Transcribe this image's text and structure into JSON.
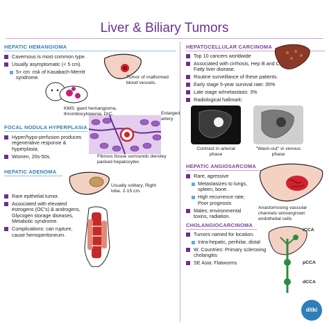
{
  "title": "Liver & Biliary Tumors",
  "hepatic_hemangioma": {
    "heading": "HEPATIC HEMANGIOMA",
    "bullets": [
      "Cavernous is most common type.",
      "Usually asymptomatic (< 5 cm).",
      "5+ cm: risk of Kasabach-Merritt syndrome."
    ],
    "tumor_caption": "Tumor of malformed blood vessels.",
    "kms_caption": "KMS: giant hemangioma, thrombocytopenia, DIC."
  },
  "focal_nodular_hyperplasia": {
    "heading": "FOCAL NODULA HYPERPLASIA",
    "bullets": [
      "Hyper/hypo-perfusion produces regenerative response & hyperplasia.",
      "Women, 20s-50s."
    ],
    "artery_caption": "Enlarged artery",
    "fibrous_caption": "Fibrous tissue surrounds densley packed hepatocytes"
  },
  "hepatic_adenoma": {
    "heading": "HEPATIC ADENOMA",
    "location_caption": "Usually solitary, Right lobe. 2-15 cm.",
    "bullets": [
      "Rare epithelial tumor.",
      "Associated with elevated estrogens (OC's) & androgens, Glycogen storage diseases, Metabolic syndrome.",
      "Complications: can rupture, cause hemoperitoneum."
    ]
  },
  "hepatocellular_carcinoma": {
    "heading": "HEPATOCELLULAR CARCINOMA",
    "bullets": [
      "Top 10 cancers worldwide",
      "Associated with cirrhosis, Hep B and C, Fatty liver disease.",
      "Routine surveillance of these patients.",
      "Early stage 5-year survival rate: 35%",
      "Late stage w/metastasis: 3%",
      "Radiological hallmark:"
    ],
    "contrast_caption": "Contrast in arterial phase",
    "washout_caption": "\"Wash-out\" in venous phase"
  },
  "hepatic_angiosarcoma": {
    "heading": "HEPATIC ANGIOSARCOMA",
    "bullets": [
      "Rare, agressive",
      "Metastasizes to lungs, spleen, bone.",
      "High recurrence rate; Poor prognosis",
      "Males; environmental toxins, radiation."
    ],
    "anastomosing_caption": "Anastomosing vascular channels w/overgrown endothelial cells"
  },
  "cholangiocarcinoma": {
    "heading": "CHOLANGIOCARCINOMA",
    "bullets": [
      "Tumors named for location.",
      "Intra-hepatic, perihilar, distal",
      "W. Countries: Primary sclerosing cholangitis",
      "SE Asia: Flatworms"
    ],
    "labels": [
      "iCCA",
      "pCCA",
      "dCCA"
    ]
  },
  "logo_text": "ditki",
  "colors": {
    "title": "#6b2f8f",
    "heading_blue": "#2e7fb8",
    "heading_purple": "#7a3f9a",
    "liver": "#f3d2c4",
    "liver_outline": "#222222",
    "tumor_red": "#d2222e",
    "hcc_liver": "#8b3a2a"
  },
  "icons": [
    "liver-icon",
    "baby-icon",
    "vascular-network-icon",
    "torso-anatomy-icon",
    "ct-scan-icon",
    "bile-duct-icon",
    "ditki-logo-icon"
  ]
}
